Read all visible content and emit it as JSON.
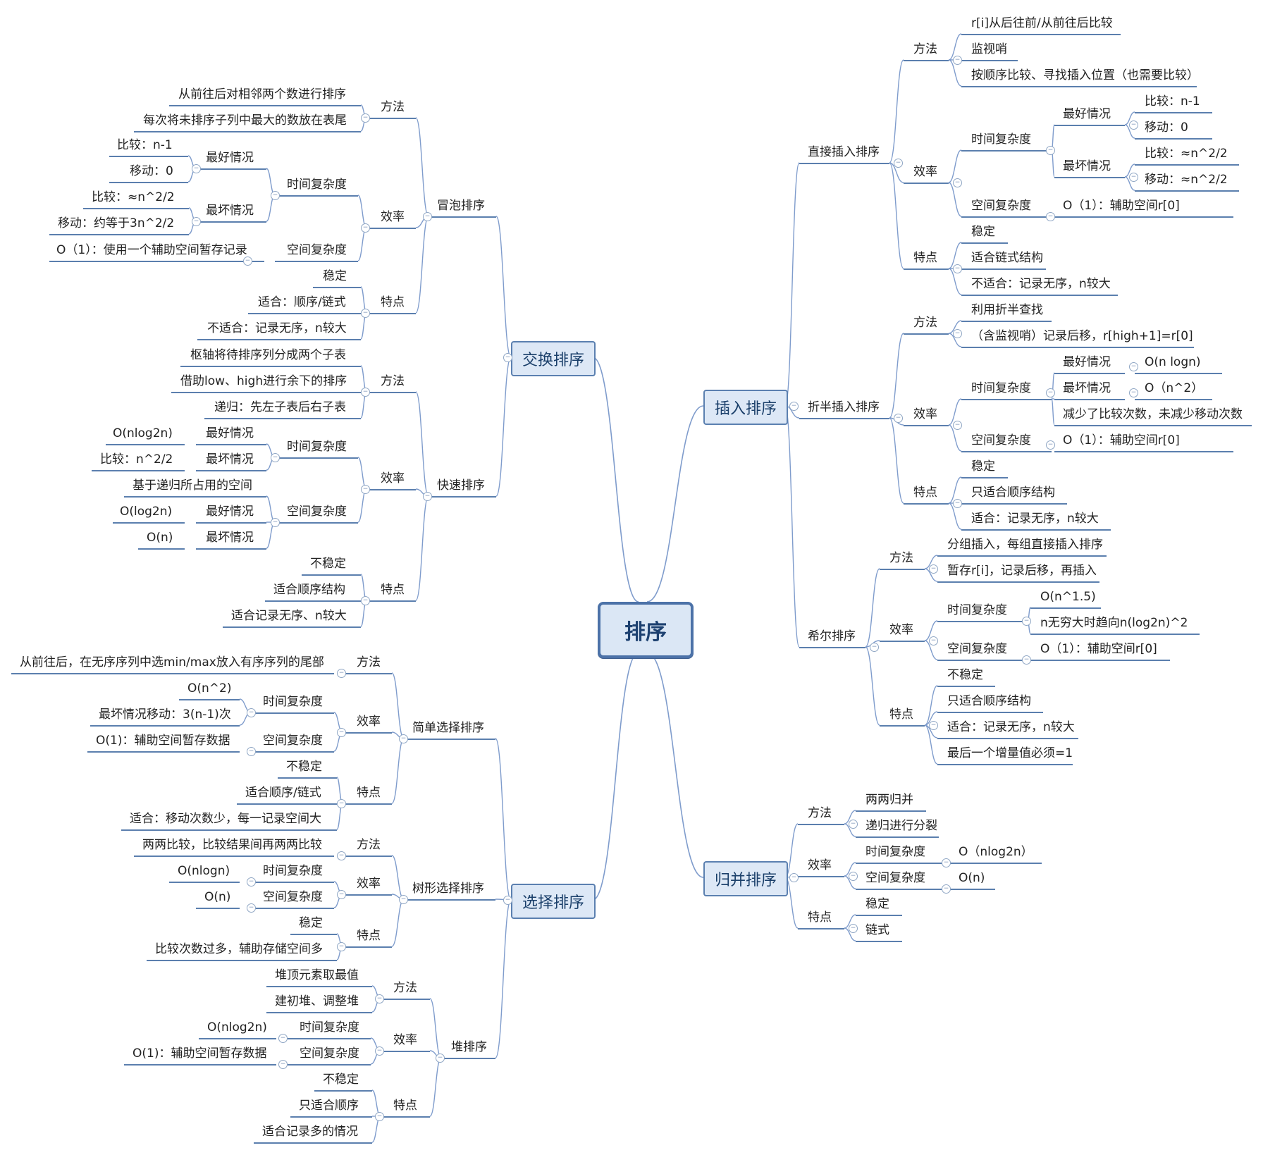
{
  "root": {
    "label": "排序"
  },
  "exchange": {
    "label": "交换排序",
    "bubble": {
      "label": "冒泡排序",
      "method": {
        "label": "方法",
        "items": [
          "从前往后对相邻两个数进行排序",
          "每次将未排序子列中最大的数放在表尾"
        ]
      },
      "eff": {
        "label": "效率",
        "time": "时间复杂度",
        "best": "最好情况",
        "best_cmp": "比较：n-1",
        "best_mov": "移动：0",
        "worst": "最坏情况",
        "worst_cmp": "比较：≈n^2/2",
        "worst_mov": "移动：约等于3n^2/2",
        "space": "空间复杂度",
        "space_val": "O（1）：使用一个辅助空间暂存记录"
      },
      "feat": {
        "label": "特点",
        "items": [
          "稳定",
          "适合：顺序/链式",
          "不适合：记录无序，n较大"
        ]
      }
    },
    "quick": {
      "label": "快速排序",
      "method": {
        "label": "方法",
        "items": [
          "枢轴将待排序列分成两个子表",
          "借助low、high进行余下的排序",
          "递归：先左子表后右子表"
        ]
      },
      "eff": {
        "label": "效率",
        "time": "时间复杂度",
        "best": "最好情况",
        "best_val": "O(nlog2n)",
        "worst": "最坏情况",
        "worst_val": "比较：n^2/2",
        "space": "空间复杂度",
        "space_note": "基于递归所占用的空间",
        "space_best": "最好情况",
        "space_best_val": "O(log2n)",
        "space_worst": "最坏情况",
        "space_worst_val": "O(n)"
      },
      "feat": {
        "label": "特点",
        "items": [
          "不稳定",
          "适合顺序结构",
          "适合记录无序、n较大"
        ]
      }
    }
  },
  "selection": {
    "label": "选择排序",
    "simple": {
      "label": "简单选择排序",
      "method": {
        "label": "方法",
        "items": [
          "从前往后，在无序序列中选min/max放入有序序列的尾部"
        ]
      },
      "eff": {
        "label": "效率",
        "time": "时间复杂度",
        "time_val": "O(n^2)",
        "time_worst": "最坏情况移动：3(n-1)次",
        "space": "空间复杂度",
        "space_val": "O(1)：辅助空间暂存数据"
      },
      "feat": {
        "label": "特点",
        "items": [
          "不稳定",
          "适合顺序/链式",
          "适合：移动次数少，每一记录空间大"
        ]
      }
    },
    "tree": {
      "label": "树形选择排序",
      "method": {
        "label": "方法",
        "items": [
          "两两比较，比较结果间再两两比较"
        ]
      },
      "eff": {
        "label": "效率",
        "time": "时间复杂度",
        "time_val": "O(nlogn)",
        "space": "空间复杂度",
        "space_val": "O(n)"
      },
      "feat": {
        "label": "特点",
        "items": [
          "稳定",
          "比较次数过多，辅助存储空间多"
        ]
      }
    },
    "heap": {
      "label": "堆排序",
      "method": {
        "label": "方法",
        "items": [
          "堆顶元素取最值",
          "建初堆、调整堆"
        ]
      },
      "eff": {
        "label": "效率",
        "time": "时间复杂度",
        "time_val": "O(nlog2n)",
        "space": "空间复杂度",
        "space_val": "O(1)：辅助空间暂存数据"
      },
      "feat": {
        "label": "特点",
        "items": [
          "不稳定",
          "只适合顺序",
          "适合记录多的情况"
        ]
      }
    }
  },
  "insertion": {
    "label": "插入排序",
    "direct": {
      "label": "直接插入排序",
      "method": {
        "label": "方法",
        "items": [
          "r[i]从后往前/从前往后比较",
          "监视哨",
          "按顺序比较、寻找插入位置（也需要比较）"
        ]
      },
      "eff": {
        "label": "效率",
        "time": "时间复杂度",
        "best": "最好情况",
        "best_cmp": "比较：n-1",
        "best_mov": "移动：0",
        "worst": "最坏情况",
        "worst_cmp": "比较：≈n^2/2",
        "worst_mov": "移动：≈n^2/2",
        "space": "空间复杂度",
        "space_val": "O（1）：辅助空间r[0]"
      },
      "feat": {
        "label": "特点",
        "items": [
          "稳定",
          "适合链式结构",
          "不适合：记录无序，n较大"
        ]
      }
    },
    "binary": {
      "label": "折半插入排序",
      "method": {
        "label": "方法",
        "items": [
          "利用折半查找",
          "（含监视哨）记录后移，r[high+1]=r[0]"
        ]
      },
      "eff": {
        "label": "效率",
        "time": "时间复杂度",
        "best": "最好情况",
        "best_val": "O(n logn)",
        "worst": "最坏情况",
        "worst_val": "O（n^2）",
        "time_note": "减少了比较次数，未减少移动次数",
        "space": "空间复杂度",
        "space_val": "O（1）：辅助空间r[0]"
      },
      "feat": {
        "label": "特点",
        "items": [
          "稳定",
          "只适合顺序结构",
          "适合：记录无序，n较大"
        ]
      }
    },
    "shell": {
      "label": "希尔排序",
      "method": {
        "label": "方法",
        "items": [
          "分组插入，每组直接插入排序",
          "暂存r[i]，记录后移，再插入"
        ]
      },
      "eff": {
        "label": "效率",
        "time": "时间复杂度",
        "time_val": "O(n^1.5)",
        "time_limit": "n无穷大时趋向n(log2n)^2",
        "space": "空间复杂度",
        "space_val": "O（1）：辅助空间r[0]"
      },
      "feat": {
        "label": "特点",
        "items": [
          "不稳定",
          "只适合顺序结构",
          "适合：记录无序，n较大",
          "最后一个增量值必须=1"
        ]
      }
    }
  },
  "merge": {
    "label": "归并排序",
    "method": {
      "label": "方法",
      "items": [
        "两两归并",
        "递归进行分裂"
      ]
    },
    "eff": {
      "label": "效率",
      "time": "时间复杂度",
      "time_val": "O（nlog2n）",
      "space": "空间复杂度",
      "space_val": "O(n)"
    },
    "feat": {
      "label": "特点",
      "items": [
        "稳定",
        "链式"
      ]
    }
  },
  "colors": {
    "line": "#7f9ccc",
    "topic_fill": "#dde8f6",
    "topic_border": "#5b80b0",
    "root_fill": "#dbe7f5"
  }
}
